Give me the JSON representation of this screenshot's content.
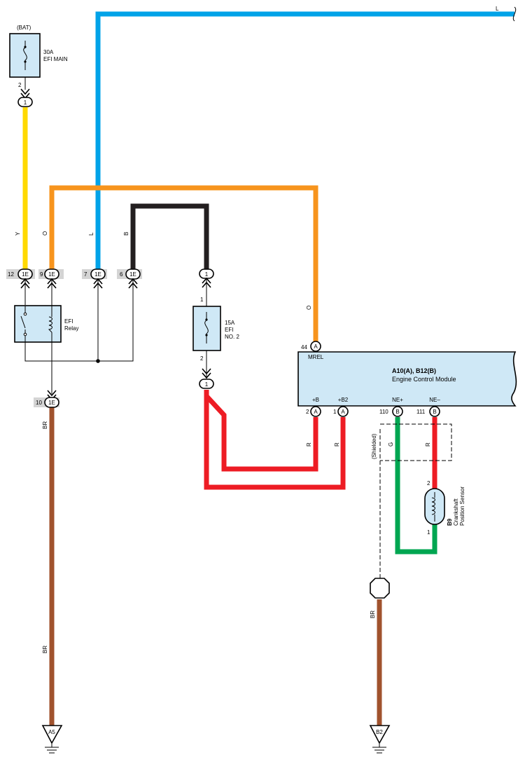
{
  "colors": {
    "battery_wire": "#ffd900",
    "blue_wire": "#00a3e8",
    "orange_wire": "#f7941d",
    "black_wire": "#231f20",
    "red_wire": "#ed1c24",
    "green_wire": "#00a651",
    "brown_wire": "#a0522d",
    "component_fill": "#cfe8f6"
  },
  "power": {
    "source_label": "(BAT)",
    "fuse_main_rating": "30A",
    "fuse_main_name": "EFI MAIN",
    "fuse_main_pin": "2",
    "fuse_main_connector": "1"
  },
  "wire_colors": {
    "y": "Y",
    "o_left": "O",
    "l_left": "L",
    "b": "B",
    "l_top": "L",
    "o_right": "O",
    "br_left_upper": "BR",
    "br_left_lower": "BR",
    "r_1": "R",
    "r_2": "R",
    "shielded": "(Shielded)",
    "g": "G",
    "r_3": "R",
    "br_right": "BR"
  },
  "junction": {
    "name": "1E",
    "pins": [
      "12",
      "9",
      "7",
      "6",
      "10"
    ]
  },
  "relay": {
    "name_line1": "EFI",
    "name_line2": "Relay"
  },
  "fuse2": {
    "connector_top": "1",
    "pin_top": "1",
    "rating": "15A",
    "name_line1": "EFI",
    "name_line2": "NO. 2",
    "pin_bottom": "2",
    "connector_bottom": "1"
  },
  "ecm": {
    "code": "A10(A), B12(B)",
    "name": "Engine Control Module",
    "mrel_pin": "44",
    "mrel_conn": "A",
    "mrel_label": "MREL",
    "terminals": [
      {
        "label": "+B",
        "pin": "2",
        "conn": "A"
      },
      {
        "label": "+B2",
        "pin": "1",
        "conn": "A"
      },
      {
        "label": "NE+",
        "pin": "110",
        "conn": "B"
      },
      {
        "label": "NE–",
        "pin": "111",
        "conn": "B"
      }
    ]
  },
  "sensor": {
    "code": "B9",
    "name_line1": "Crankshaft",
    "name_line2": "Position Sensor",
    "pin_top": "2",
    "pin_bottom": "1"
  },
  "grounds": {
    "left": "A5",
    "right": "B2"
  }
}
